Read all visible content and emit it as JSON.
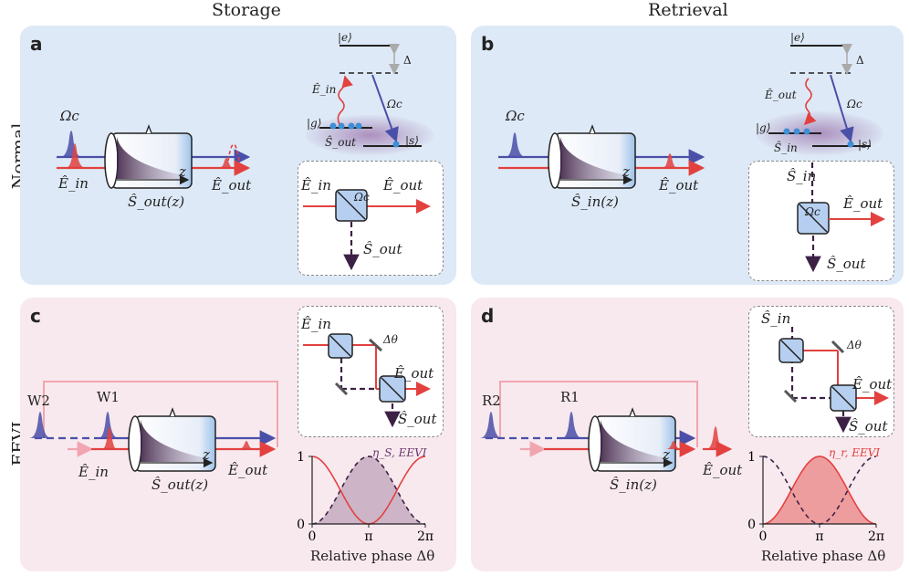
{
  "columns": {
    "storage": "Storage",
    "retrieval": "Retrieval"
  },
  "rows": {
    "normal": "Normal",
    "eevi": "EEVI"
  },
  "panels": {
    "a": {
      "label": "a"
    },
    "b": {
      "label": "b"
    },
    "c": {
      "label": "c"
    },
    "d": {
      "label": "d"
    }
  },
  "symbols": {
    "omega_c": "Ωc",
    "e_in": "Ê_in",
    "e_out": "Ê_out",
    "s_out_z": "Ŝ_out(z)",
    "s_in_z": "Ŝ_in(z)",
    "s_out": "Ŝ_out",
    "s_in": "Ŝ_in",
    "ket_e": "|e⟩",
    "ket_g": "|g⟩",
    "ket_s": "|s⟩",
    "delta": "Δ",
    "delta_theta": "Δθ",
    "z": "z",
    "w1": "W1",
    "w2": "W2",
    "r1": "R1",
    "r2": "R2"
  },
  "plots": {
    "c": {
      "curve_label": "η_S, EEVI",
      "xlabel": "Relative phase Δθ",
      "xticks": [
        "0",
        "π",
        "2π"
      ],
      "yticks": [
        "0",
        "1"
      ]
    },
    "d": {
      "curve_label": "η_r, EEVI",
      "xlabel": "Relative phase Δθ",
      "xticks": [
        "0",
        "π",
        "2π"
      ],
      "yticks": [
        "0",
        "1"
      ]
    }
  },
  "colors": {
    "red": "#e2413f",
    "blue": "#4a4fa8",
    "darkpurple": "#3d2145",
    "pink": "#f0a5b0",
    "normal_bg": "#dde9f6",
    "eevi_bg": "#f8e9ee"
  }
}
